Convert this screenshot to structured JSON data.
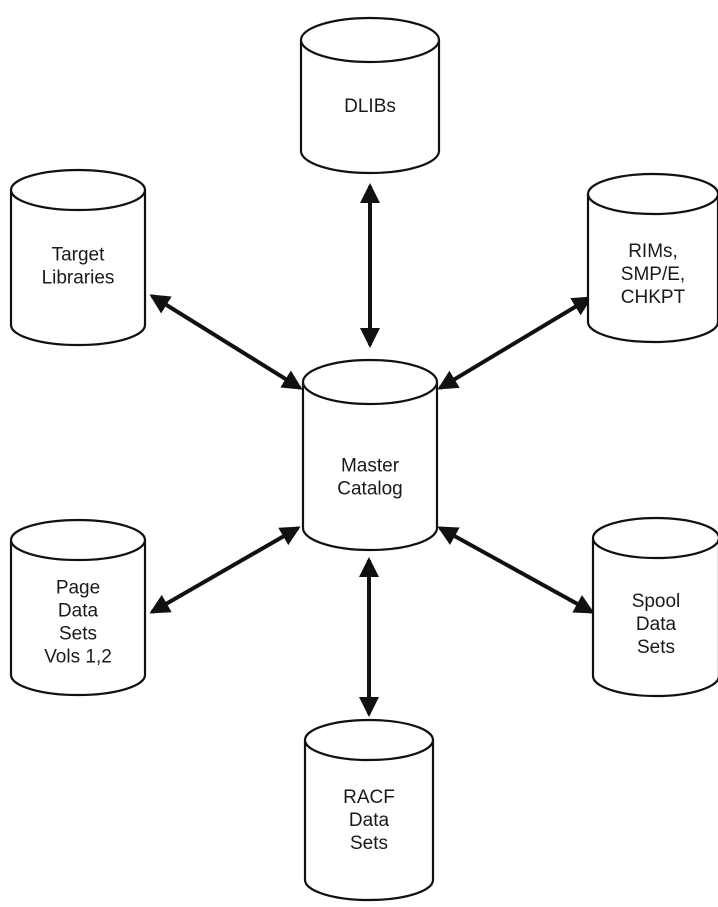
{
  "nodes": {
    "dlibs": {
      "lines": [
        "DLIBs"
      ]
    },
    "target": {
      "lines": [
        "Target",
        "Libraries"
      ]
    },
    "rims": {
      "lines": [
        "RIMs,",
        "SMP/E,",
        "CHKPT"
      ]
    },
    "master": {
      "lines": [
        "Master",
        "Catalog"
      ]
    },
    "page": {
      "lines": [
        "Page",
        "Data",
        "Sets",
        "Vols 1,2"
      ]
    },
    "spool": {
      "lines": [
        "Spool",
        "Data",
        "Sets"
      ]
    },
    "racf": {
      "lines": [
        "RACF",
        "Data",
        "Sets"
      ]
    }
  },
  "edges": [
    {
      "from": "master",
      "to": "dlibs"
    },
    {
      "from": "master",
      "to": "target"
    },
    {
      "from": "master",
      "to": "rims"
    },
    {
      "from": "master",
      "to": "page"
    },
    {
      "from": "master",
      "to": "spool"
    },
    {
      "from": "master",
      "to": "racf"
    }
  ]
}
